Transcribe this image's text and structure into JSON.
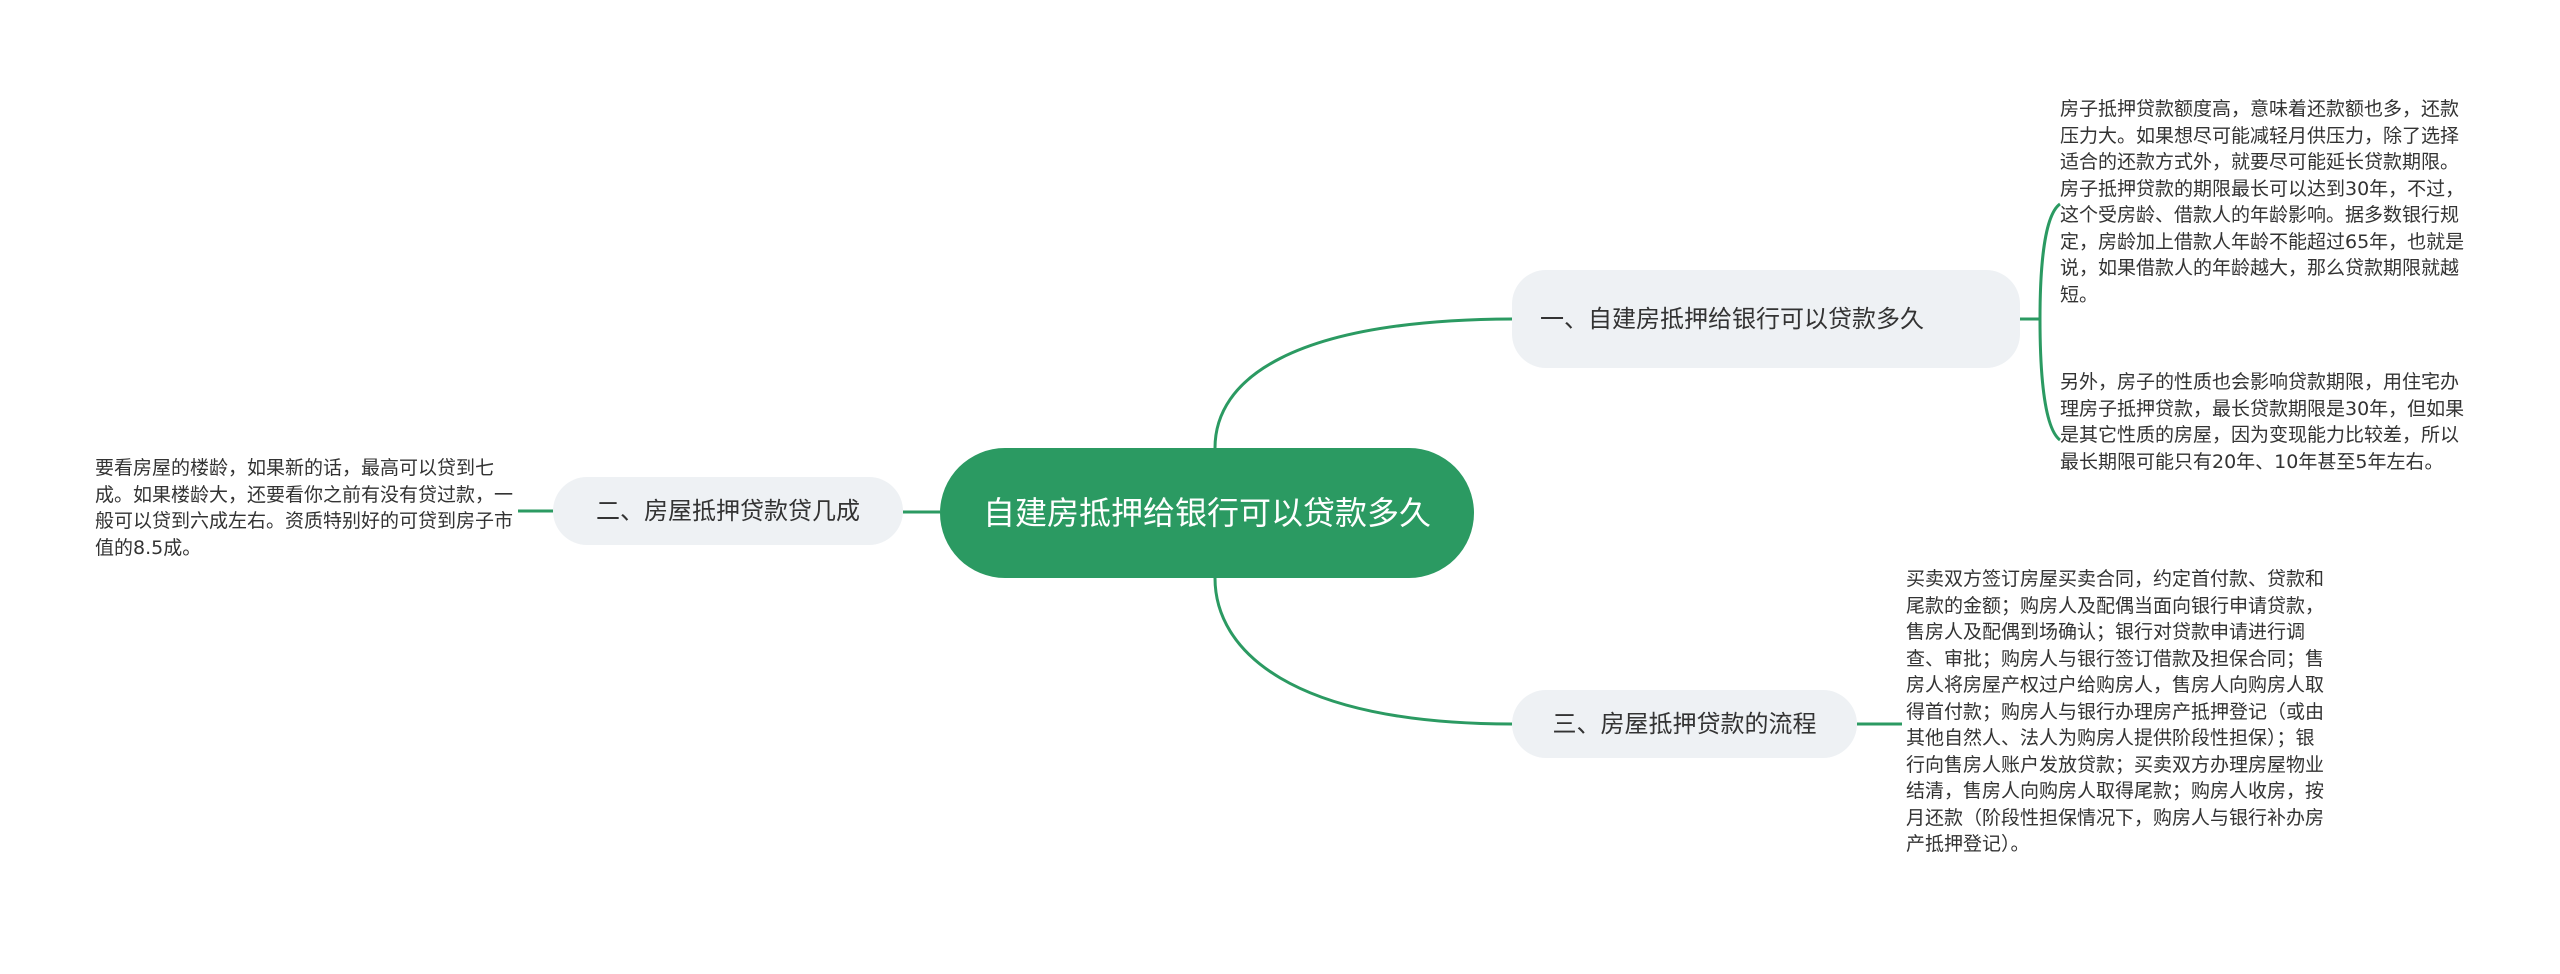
{
  "root": {
    "label": "自建房抵押给银行可以贷款多久"
  },
  "branches": [
    {
      "label": "一、自建房抵押给银行可以贷款多久",
      "details": [
        "房子抵押贷款额度高，意味着还款额也多，还款压力大。如果想尽可能减轻月供压力，除了选择适合的还款方式外，就要尽可能延长贷款期限。房子抵押贷款的期限最长可以达到30年，不过，这个受房龄、借款人的年龄影响。据多数银行规定，房龄加上借款人年龄不能超过65年，也就是说，如果借款人的年龄越大，那么贷款期限就越短。",
        "另外，房子的性质也会影响贷款期限，用住宅办理房子抵押贷款，最长贷款期限是30年，但如果是其它性质的房屋，因为变现能力比较差，所以最长期限可能只有20年、10年甚至5年左右。"
      ]
    },
    {
      "label": "二、房屋抵押贷款贷几成",
      "details": [
        "要看房屋的楼龄，如果新的话，最高可以贷到七成。如果楼龄大，还要看你之前有没有贷过款，一般可以贷到六成左右。资质特别好的可贷到房子市值的8.5成。"
      ]
    },
    {
      "label": "三、房屋抵押贷款的流程",
      "details": [
        "买卖双方签订房屋买卖合同，约定首付款、贷款和尾款的金额；购房人及配偶当面向银行申请贷款，售房人及配偶到场确认；银行对贷款申请进行调查、审批；购房人与银行签订借款及担保合同；售房人将房屋产权过户给购房人，售房人向购房人取得首付款；购房人与银行办理房产抵押登记（或由其他自然人、法人为购房人提供阶段性担保）；银行向售房人账户发放贷款；买卖双方办理房屋物业结清，售房人向购房人取得尾款；购房人收房，按月还款（阶段性担保情况下，购房人与银行补办房产抵押登记）。"
      ]
    }
  ],
  "colors": {
    "root_fill": "#2b9a62",
    "branch_fill": "#eef1f4",
    "connector": "#2b9a62",
    "text": "#333333"
  }
}
